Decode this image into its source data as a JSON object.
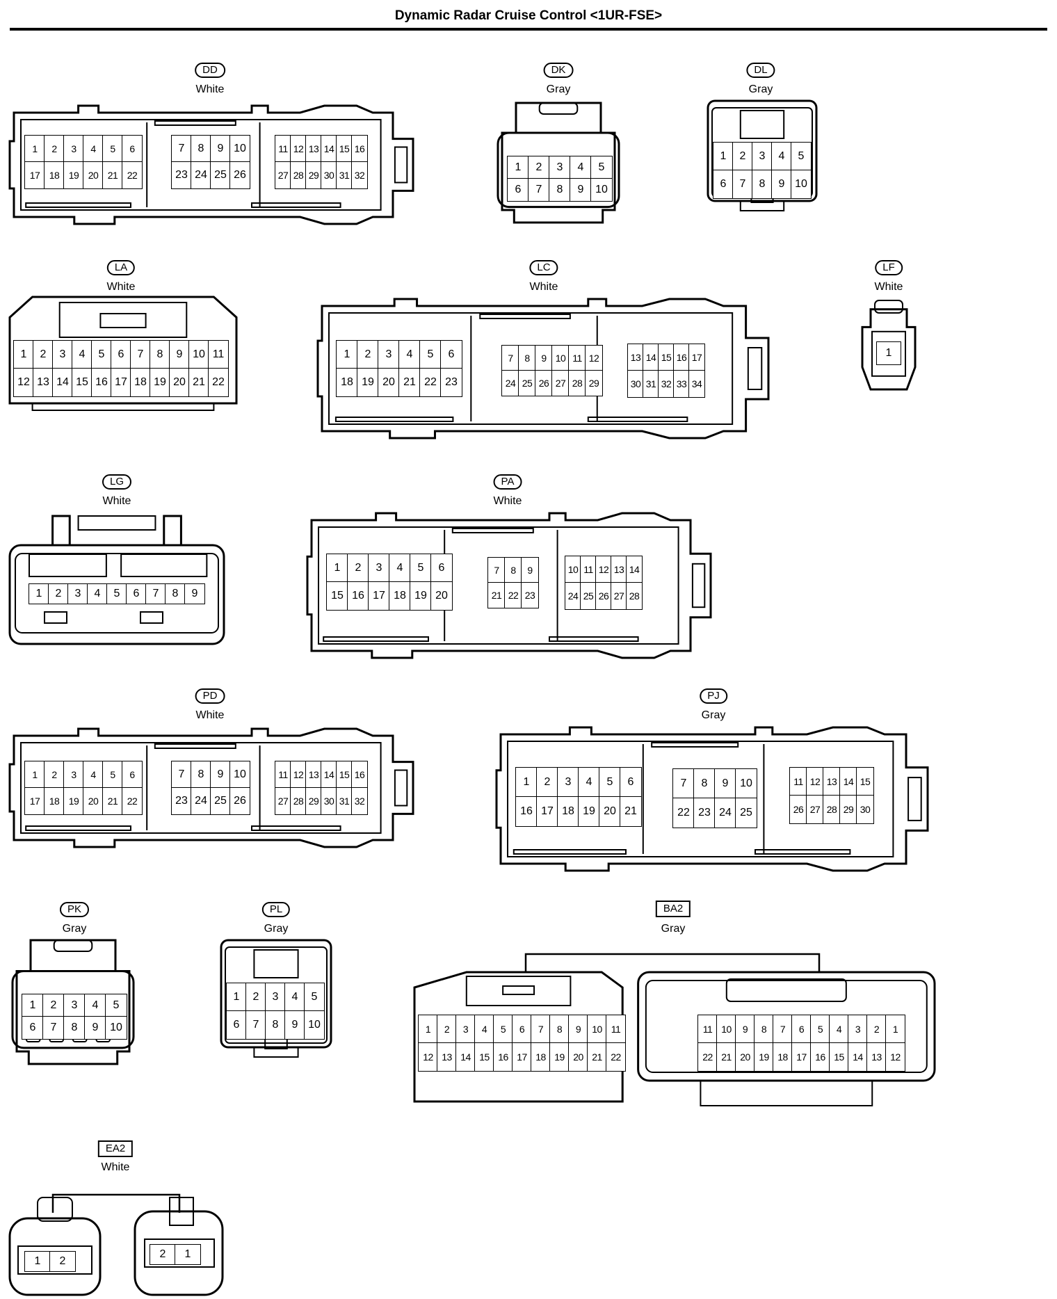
{
  "title": "Dynamic Radar Cruise Control <1UR-FSE>",
  "connectors": [
    {
      "id": "DD",
      "color": "White",
      "groups": [
        {
          "rows": [
            [
              "1",
              "2",
              "3",
              "4",
              "5",
              "6"
            ],
            [
              "17",
              "18",
              "19",
              "20",
              "21",
              "22"
            ]
          ]
        },
        {
          "rows": [
            [
              "7",
              "8",
              "9",
              "10"
            ],
            [
              "23",
              "24",
              "25",
              "26"
            ]
          ]
        },
        {
          "rows": [
            [
              "11",
              "12",
              "13",
              "14",
              "15",
              "16"
            ],
            [
              "27",
              "28",
              "29",
              "30",
              "31",
              "32"
            ]
          ]
        }
      ]
    },
    {
      "id": "DK",
      "color": "Gray",
      "groups": [
        {
          "rows": [
            [
              "1",
              "2",
              "3",
              "4",
              "5"
            ],
            [
              "6",
              "7",
              "8",
              "9",
              "10"
            ]
          ]
        }
      ]
    },
    {
      "id": "DL",
      "color": "Gray",
      "groups": [
        {
          "rows": [
            [
              "1",
              "2",
              "3",
              "4",
              "5"
            ],
            [
              "6",
              "7",
              "8",
              "9",
              "10"
            ]
          ]
        }
      ]
    },
    {
      "id": "LA",
      "color": "White",
      "groups": [
        {
          "rows": [
            [
              "1",
              "2",
              "3",
              "4",
              "5",
              "6",
              "7",
              "8",
              "9",
              "10",
              "11"
            ],
            [
              "12",
              "13",
              "14",
              "15",
              "16",
              "17",
              "18",
              "19",
              "20",
              "21",
              "22"
            ]
          ]
        }
      ]
    },
    {
      "id": "LC",
      "color": "White",
      "groups": [
        {
          "rows": [
            [
              "1",
              "2",
              "3",
              "4",
              "5",
              "6"
            ],
            [
              "18",
              "19",
              "20",
              "21",
              "22",
              "23"
            ]
          ]
        },
        {
          "rows": [
            [
              "7",
              "8",
              "9",
              "10",
              "11",
              "12"
            ],
            [
              "24",
              "25",
              "26",
              "27",
              "28",
              "29"
            ]
          ]
        },
        {
          "rows": [
            [
              "13",
              "14",
              "15",
              "16",
              "17"
            ],
            [
              "30",
              "31",
              "32",
              "33",
              "34"
            ]
          ]
        }
      ]
    },
    {
      "id": "LF",
      "color": "White",
      "groups": [
        {
          "rows": [
            [
              "1"
            ]
          ]
        }
      ]
    },
    {
      "id": "LG",
      "color": "White",
      "groups": [
        {
          "rows": [
            [
              "1",
              "2",
              "3",
              "4",
              "5",
              "6",
              "7",
              "8",
              "9"
            ]
          ]
        }
      ]
    },
    {
      "id": "PA",
      "color": "White",
      "groups": [
        {
          "rows": [
            [
              "1",
              "2",
              "3",
              "4",
              "5",
              "6"
            ],
            [
              "15",
              "16",
              "17",
              "18",
              "19",
              "20"
            ]
          ]
        },
        {
          "rows": [
            [
              "7",
              "8",
              "9"
            ],
            [
              "21",
              "22",
              "23"
            ]
          ]
        },
        {
          "rows": [
            [
              "10",
              "11",
              "12",
              "13",
              "14"
            ],
            [
              "24",
              "25",
              "26",
              "27",
              "28"
            ]
          ]
        }
      ]
    },
    {
      "id": "PD",
      "color": "White",
      "groups": [
        {
          "rows": [
            [
              "1",
              "2",
              "3",
              "4",
              "5",
              "6"
            ],
            [
              "17",
              "18",
              "19",
              "20",
              "21",
              "22"
            ]
          ]
        },
        {
          "rows": [
            [
              "7",
              "8",
              "9",
              "10"
            ],
            [
              "23",
              "24",
              "25",
              "26"
            ]
          ]
        },
        {
          "rows": [
            [
              "11",
              "12",
              "13",
              "14",
              "15",
              "16"
            ],
            [
              "27",
              "28",
              "29",
              "30",
              "31",
              "32"
            ]
          ]
        }
      ]
    },
    {
      "id": "PJ",
      "color": "Gray",
      "groups": [
        {
          "rows": [
            [
              "1",
              "2",
              "3",
              "4",
              "5",
              "6"
            ],
            [
              "16",
              "17",
              "18",
              "19",
              "20",
              "21"
            ]
          ]
        },
        {
          "rows": [
            [
              "7",
              "8",
              "9",
              "10"
            ],
            [
              "22",
              "23",
              "24",
              "25"
            ]
          ]
        },
        {
          "rows": [
            [
              "11",
              "12",
              "13",
              "14",
              "15"
            ],
            [
              "26",
              "27",
              "28",
              "29",
              "30"
            ]
          ]
        }
      ]
    },
    {
      "id": "PK",
      "color": "Gray",
      "groups": [
        {
          "rows": [
            [
              "1",
              "2",
              "3",
              "4",
              "5"
            ],
            [
              "6",
              "7",
              "8",
              "9",
              "10"
            ]
          ]
        }
      ]
    },
    {
      "id": "PL",
      "color": "Gray",
      "groups": [
        {
          "rows": [
            [
              "1",
              "2",
              "3",
              "4",
              "5"
            ],
            [
              "6",
              "7",
              "8",
              "9",
              "10"
            ]
          ]
        }
      ]
    },
    {
      "id": "BA2",
      "color": "Gray",
      "groups": [
        {
          "rows": [
            [
              "1",
              "2",
              "3",
              "4",
              "5",
              "6",
              "7",
              "8",
              "9",
              "10",
              "11"
            ],
            [
              "12",
              "13",
              "14",
              "15",
              "16",
              "17",
              "18",
              "19",
              "20",
              "21",
              "22"
            ]
          ]
        },
        {
          "rows": [
            [
              "11",
              "10",
              "9",
              "8",
              "7",
              "6",
              "5",
              "4",
              "3",
              "2",
              "1"
            ],
            [
              "22",
              "21",
              "20",
              "19",
              "18",
              "17",
              "16",
              "15",
              "14",
              "13",
              "12"
            ]
          ]
        }
      ]
    },
    {
      "id": "EA2",
      "color": "White",
      "groups": [
        {
          "rows": [
            [
              "1",
              "2"
            ]
          ]
        },
        {
          "rows": [
            [
              "2",
              "1"
            ]
          ]
        }
      ]
    }
  ]
}
